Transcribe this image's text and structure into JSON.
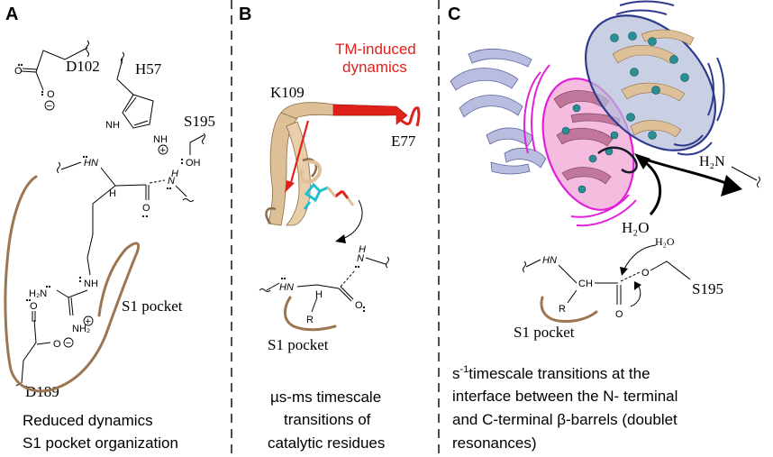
{
  "colors": {
    "pocket": "#9c7650",
    "tm_red": "#e0201b",
    "magenta": "#e020d8",
    "navy": "#2e3a8c",
    "pink_fill": "#f2a6d6",
    "blue_fill": "#b4bcd8",
    "ribbon_tan": "#ddbf98",
    "ribbon_lav": "#b9bde0",
    "sphere_teal": "#2a8f95"
  },
  "panels": {
    "a": {
      "letter": "A",
      "residues": {
        "d102": "D102",
        "h57": "H57",
        "s195": "S195",
        "d189": "D189"
      },
      "atoms": {
        "hn": "HN",
        "n": "N",
        "h": "H",
        "nh_ring": "NH",
        "h_ring": "H",
        "oh": "OH",
        "nh": "NH",
        "h2n": "H₂N",
        "nh2": "NH₂",
        "plus": "+",
        "minus": "−",
        "o": "O"
      },
      "pocket_label": "S1 pocket",
      "caption_line1": "Reduced dynamics",
      "caption_line2": "S1 pocket organization"
    },
    "b": {
      "letter": "B",
      "tm_line1": "TM-induced",
      "tm_line2": "dynamics",
      "k109": "K109",
      "e77": "E77",
      "atoms": {
        "hn": "HN",
        "n": "N",
        "h": "H",
        "r": "R",
        "o": "O"
      },
      "pocket_label": "S1 pocket",
      "caption_line1": "µs-ms timescale",
      "caption_line2": "transitions of",
      "caption_line3": "catalytic residues"
    },
    "c": {
      "letter": "C",
      "h2n": "H₂N",
      "h2o_big": "H₂O",
      "h2o_small": "H₂O",
      "atoms": {
        "hn": "HN",
        "ch": "CH",
        "r": "R",
        "o": "O"
      },
      "s195": "S195",
      "pocket_label": "S1 pocket",
      "caption_line1_sup": "s",
      "caption_line1_exp": "-1",
      "caption_line1": "timescale transitions at the",
      "caption_line2": "interface between the N- terminal",
      "caption_line3": "and C-terminal β-barrels (doublet",
      "caption_line4": "resonances)"
    }
  }
}
